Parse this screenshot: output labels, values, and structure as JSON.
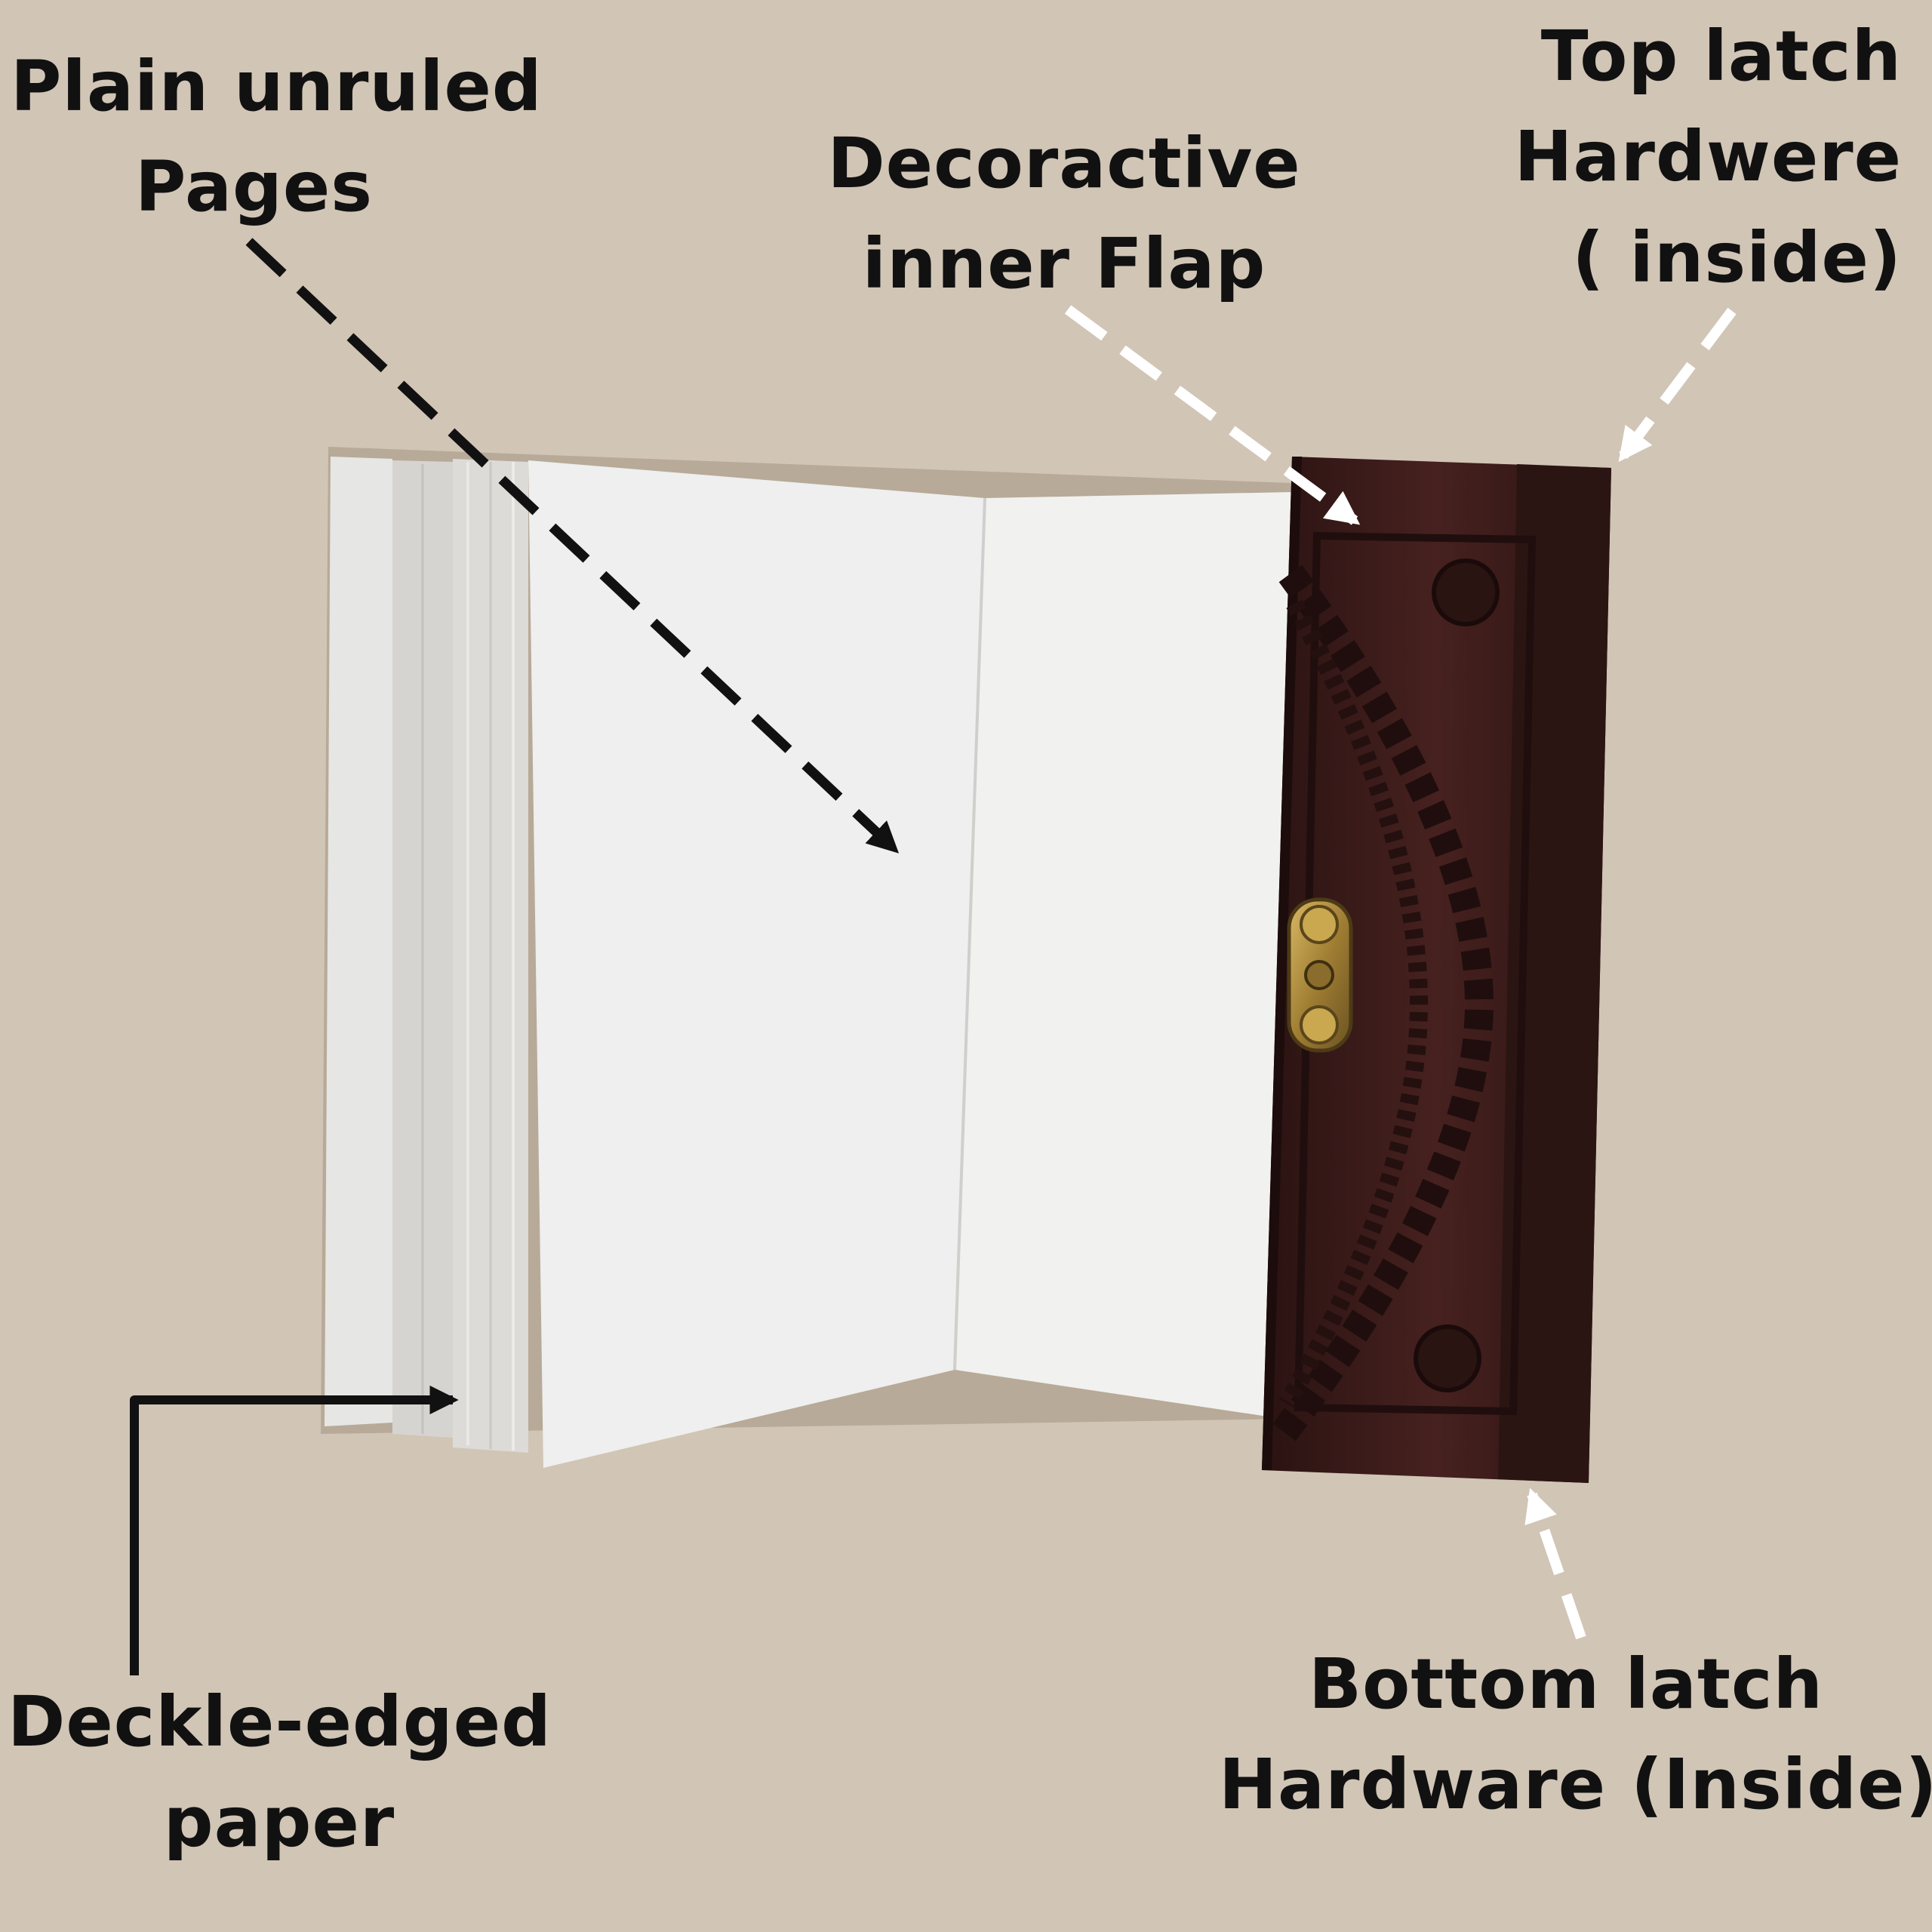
{
  "annotations": {
    "plain_pages": {
      "lines": [
        "Plain unruled",
        "Pages"
      ]
    },
    "inner_flap": {
      "lines": [
        "Decoractive",
        "inner Flap"
      ]
    },
    "top_latch": {
      "lines": [
        "Top latch",
        "Hardwere",
        "( inside)"
      ]
    },
    "deckle_paper": {
      "lines": [
        "Deckle-edged",
        "paper"
      ]
    },
    "bottom_latch": {
      "lines": [
        "Bottom latch",
        "Hardware (Inside)"
      ]
    }
  },
  "colors": {
    "background": "#d1c5b6",
    "text": "#111111",
    "leather": "#3e1d1b",
    "paper": "#ecedec",
    "brass": "#b08d3e",
    "arrow_dark": "#111111",
    "arrow_light": "#ffffff"
  },
  "icons": [
    "journal-photo",
    "brass-latch",
    "dashed-arrow",
    "elbow-arrow"
  ]
}
